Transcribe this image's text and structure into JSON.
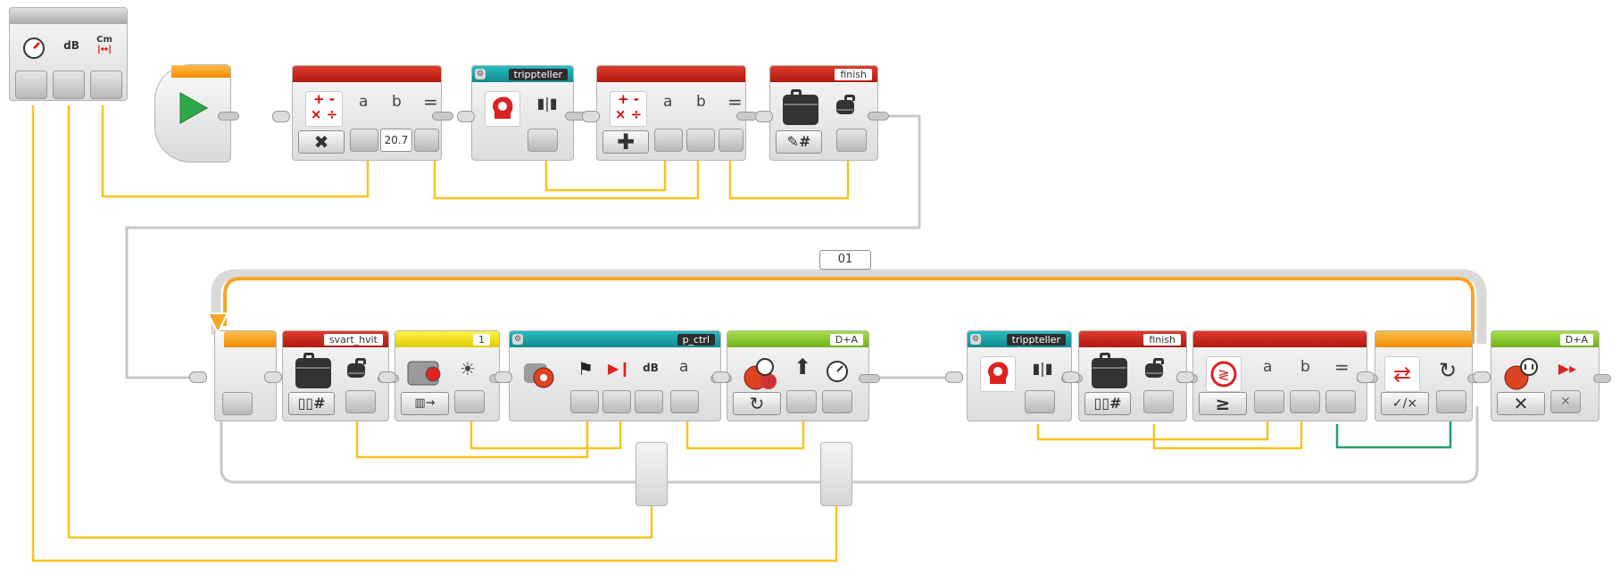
{
  "sensor_block": {
    "icons": [
      "speedometer-icon",
      "sound-sensor-icon",
      "distance-sensor-icon"
    ],
    "db_label": "dB",
    "cm_label": "Cm"
  },
  "top_row": {
    "math1": {
      "op": "+ - × ÷",
      "a": "a",
      "b": "b",
      "eq": "=",
      "mode_icon": "multiply-icon",
      "value": "20.7"
    },
    "myblock1": {
      "name": "trippteller"
    },
    "math2": {
      "op": "+ - × ÷",
      "a": "a",
      "b": "b",
      "eq": "=",
      "mode_icon": "plus-icon"
    },
    "variable1": {
      "name": "finish",
      "mode": "#"
    }
  },
  "loop": {
    "name": "01"
  },
  "bottom_row": {
    "variable_svart": {
      "name": "svart_hvit",
      "mode": "#"
    },
    "color_sensor": {
      "port": "1"
    },
    "pctrl": {
      "name": "p_ctrl",
      "db": "dB",
      "a": "a"
    },
    "steering": {
      "ports": "D+A"
    },
    "myblock2": {
      "name": "trippteller"
    },
    "variable2": {
      "name": "finish",
      "mode": "#"
    },
    "compare": {
      "a": "a",
      "b": "b",
      "eq": "=",
      "op_label": "≥"
    },
    "loop_interrupt": {
      "label": "✓∕×"
    },
    "motor_stop": {
      "ports": "D+A"
    }
  },
  "colors": {
    "wire_yellow": "#f7c41c",
    "wire_orange": "#f5a623",
    "wire_gray": "#c8c8c8",
    "wire_green": "#22a06b"
  }
}
